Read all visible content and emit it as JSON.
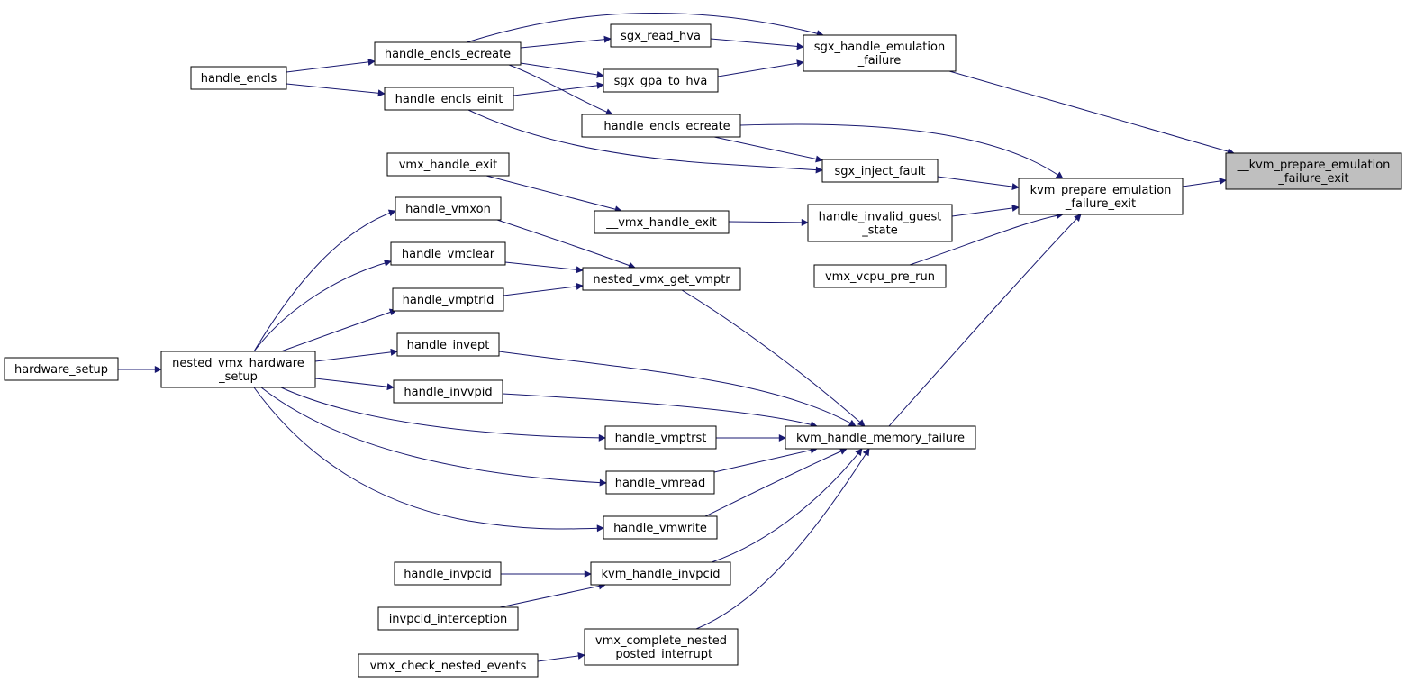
{
  "colors": {
    "edge": "#191970",
    "node_border": "#000000",
    "node_fill": "#ffffff",
    "focus_fill": "#bfbfbf"
  },
  "nodes": [
    {
      "id": "kvm_prepare_emulation_failure_exit_internal",
      "lines": [
        "__kvm_prepare_emulation",
        "_failure_exit"
      ],
      "focus": true
    },
    {
      "id": "kvm_prepare_emulation_failure_exit",
      "lines": [
        "kvm_prepare_emulation",
        "_failure_exit"
      ]
    },
    {
      "id": "sgx_handle_emulation_failure",
      "lines": [
        "sgx_handle_emulation",
        "_failure"
      ]
    },
    {
      "id": "sgx_read_hva",
      "lines": [
        "sgx_read_hva"
      ]
    },
    {
      "id": "sgx_gpa_to_hva",
      "lines": [
        "sgx_gpa_to_hva"
      ]
    },
    {
      "id": "handle_encls_ecreate",
      "lines": [
        "handle_encls_ecreate"
      ]
    },
    {
      "id": "handle_encls",
      "lines": [
        "handle_encls"
      ]
    },
    {
      "id": "handle_encls_einit",
      "lines": [
        "handle_encls_einit"
      ]
    },
    {
      "id": "handle_encls_ecreate_internal",
      "lines": [
        "__handle_encls_ecreate"
      ]
    },
    {
      "id": "sgx_inject_fault",
      "lines": [
        "sgx_inject_fault"
      ]
    },
    {
      "id": "vmx_handle_exit",
      "lines": [
        "vmx_handle_exit"
      ]
    },
    {
      "id": "vmx_handle_exit_internal",
      "lines": [
        "__vmx_handle_exit"
      ]
    },
    {
      "id": "handle_invalid_guest_state",
      "lines": [
        "handle_invalid_guest",
        "_state"
      ]
    },
    {
      "id": "vmx_vcpu_pre_run",
      "lines": [
        "vmx_vcpu_pre_run"
      ]
    },
    {
      "id": "handle_vmxon",
      "lines": [
        "handle_vmxon"
      ]
    },
    {
      "id": "handle_vmclear",
      "lines": [
        "handle_vmclear"
      ]
    },
    {
      "id": "handle_vmptrld",
      "lines": [
        "handle_vmptrld"
      ]
    },
    {
      "id": "nested_vmx_get_vmptr",
      "lines": [
        "nested_vmx_get_vmptr"
      ]
    },
    {
      "id": "hardware_setup",
      "lines": [
        "hardware_setup"
      ]
    },
    {
      "id": "nested_vmx_hardware_setup",
      "lines": [
        "nested_vmx_hardware",
        "_setup"
      ]
    },
    {
      "id": "handle_invept",
      "lines": [
        "handle_invept"
      ]
    },
    {
      "id": "handle_invvpid",
      "lines": [
        "handle_invvpid"
      ]
    },
    {
      "id": "handle_vmptrst",
      "lines": [
        "handle_vmptrst"
      ]
    },
    {
      "id": "handle_vmread",
      "lines": [
        "handle_vmread"
      ]
    },
    {
      "id": "handle_vmwrite",
      "lines": [
        "handle_vmwrite"
      ]
    },
    {
      "id": "kvm_handle_memory_failure",
      "lines": [
        "kvm_handle_memory_failure"
      ]
    },
    {
      "id": "handle_invpcid",
      "lines": [
        "handle_invpcid"
      ]
    },
    {
      "id": "kvm_handle_invpcid",
      "lines": [
        "kvm_handle_invpcid"
      ]
    },
    {
      "id": "invpcid_interception",
      "lines": [
        "invpcid_interception"
      ]
    },
    {
      "id": "vmx_check_nested_events",
      "lines": [
        "vmx_check_nested_events"
      ]
    },
    {
      "id": "vmx_complete_nested_posted_interrupt",
      "lines": [
        "vmx_complete_nested",
        "_posted_interrupt"
      ]
    }
  ],
  "edges": [
    {
      "from": "kvm_prepare_emulation_failure_exit",
      "to": "kvm_prepare_emulation_failure_exit_internal"
    },
    {
      "from": "sgx_handle_emulation_failure",
      "to": "kvm_prepare_emulation_failure_exit_internal"
    },
    {
      "from": "handle_encls_ecreate",
      "to": "sgx_handle_emulation_failure"
    },
    {
      "from": "sgx_read_hva",
      "to": "sgx_handle_emulation_failure"
    },
    {
      "from": "sgx_gpa_to_hva",
      "to": "sgx_handle_emulation_failure"
    },
    {
      "from": "handle_encls_ecreate",
      "to": "sgx_read_hva"
    },
    {
      "from": "handle_encls_ecreate",
      "to": "sgx_gpa_to_hva"
    },
    {
      "from": "handle_encls_einit",
      "to": "sgx_gpa_to_hva"
    },
    {
      "from": "handle_encls",
      "to": "handle_encls_ecreate"
    },
    {
      "from": "handle_encls",
      "to": "handle_encls_einit"
    },
    {
      "from": "handle_encls_ecreate",
      "to": "handle_encls_ecreate_internal"
    },
    {
      "from": "handle_encls_ecreate_internal",
      "to": "kvm_prepare_emulation_failure_exit"
    },
    {
      "from": "handle_encls_ecreate_internal",
      "to": "sgx_inject_fault"
    },
    {
      "from": "handle_encls_einit",
      "to": "sgx_inject_fault"
    },
    {
      "from": "sgx_inject_fault",
      "to": "kvm_prepare_emulation_failure_exit"
    },
    {
      "from": "vmx_handle_exit",
      "to": "vmx_handle_exit_internal"
    },
    {
      "from": "vmx_handle_exit_internal",
      "to": "handle_invalid_guest_state"
    },
    {
      "from": "handle_invalid_guest_state",
      "to": "kvm_prepare_emulation_failure_exit"
    },
    {
      "from": "vmx_vcpu_pre_run",
      "to": "kvm_prepare_emulation_failure_exit"
    },
    {
      "from": "kvm_handle_memory_failure",
      "to": "kvm_prepare_emulation_failure_exit"
    },
    {
      "from": "handle_vmxon",
      "to": "nested_vmx_get_vmptr"
    },
    {
      "from": "handle_vmclear",
      "to": "nested_vmx_get_vmptr"
    },
    {
      "from": "handle_vmptrld",
      "to": "nested_vmx_get_vmptr"
    },
    {
      "from": "nested_vmx_get_vmptr",
      "to": "kvm_handle_memory_failure"
    },
    {
      "from": "hardware_setup",
      "to": "nested_vmx_hardware_setup"
    },
    {
      "from": "nested_vmx_hardware_setup",
      "to": "handle_vmxon"
    },
    {
      "from": "nested_vmx_hardware_setup",
      "to": "handle_vmclear"
    },
    {
      "from": "nested_vmx_hardware_setup",
      "to": "handle_vmptrld"
    },
    {
      "from": "nested_vmx_hardware_setup",
      "to": "handle_invept"
    },
    {
      "from": "nested_vmx_hardware_setup",
      "to": "handle_invvpid"
    },
    {
      "from": "nested_vmx_hardware_setup",
      "to": "handle_vmptrst"
    },
    {
      "from": "nested_vmx_hardware_setup",
      "to": "handle_vmread"
    },
    {
      "from": "nested_vmx_hardware_setup",
      "to": "handle_vmwrite"
    },
    {
      "from": "handle_invept",
      "to": "kvm_handle_memory_failure"
    },
    {
      "from": "handle_invvpid",
      "to": "kvm_handle_memory_failure"
    },
    {
      "from": "handle_vmptrst",
      "to": "kvm_handle_memory_failure"
    },
    {
      "from": "handle_vmread",
      "to": "kvm_handle_memory_failure"
    },
    {
      "from": "handle_vmwrite",
      "to": "kvm_handle_memory_failure"
    },
    {
      "from": "kvm_handle_invpcid",
      "to": "kvm_handle_memory_failure"
    },
    {
      "from": "vmx_complete_nested_posted_interrupt",
      "to": "kvm_handle_memory_failure"
    },
    {
      "from": "handle_invpcid",
      "to": "kvm_handle_invpcid"
    },
    {
      "from": "invpcid_interception",
      "to": "kvm_handle_invpcid"
    },
    {
      "from": "vmx_check_nested_events",
      "to": "vmx_complete_nested_posted_interrupt"
    }
  ]
}
